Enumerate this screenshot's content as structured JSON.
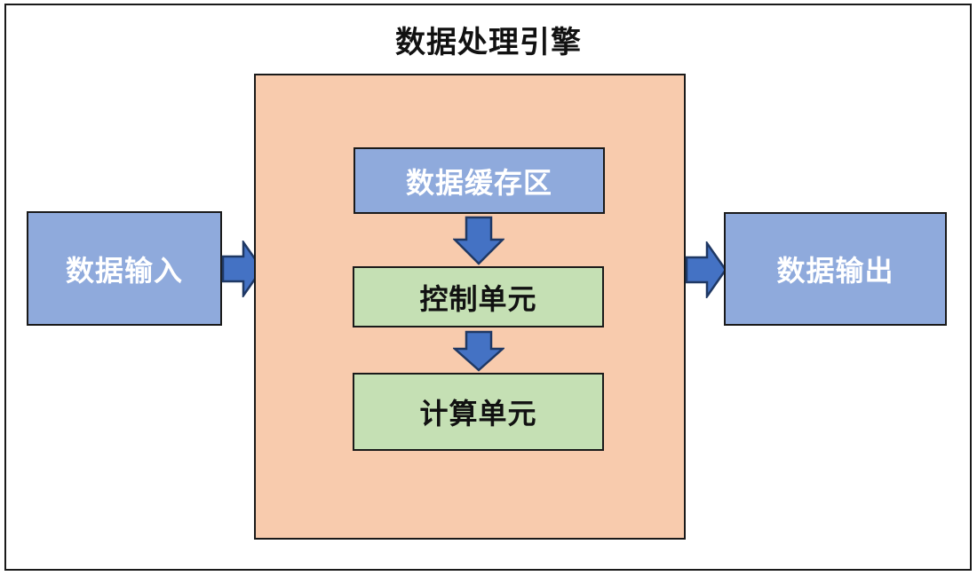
{
  "diagram": {
    "title": "数据处理引擎",
    "input_box": {
      "label": "数据输入"
    },
    "output_box": {
      "label": "数据输出"
    },
    "engine": {
      "buffer_box": {
        "label": "数据缓存区"
      },
      "control_box": {
        "label": "控制单元"
      },
      "compute_box": {
        "label": "计算单元"
      }
    },
    "arrows": [
      {
        "name": "input-to-engine",
        "direction": "right"
      },
      {
        "name": "buffer-to-control",
        "direction": "down"
      },
      {
        "name": "control-to-compute",
        "direction": "down"
      },
      {
        "name": "engine-to-output",
        "direction": "right"
      }
    ],
    "colors": {
      "blue-fill": "#8FAADC",
      "green-fill": "#C5E0B4",
      "orange-fill": "#F8CBAD",
      "arrow-fill": "#4472C4",
      "arrow-stroke": "#1F3864",
      "border": "#1a1a1a",
      "text-dark": "#111111",
      "text-light": "#FFFFFF"
    }
  }
}
